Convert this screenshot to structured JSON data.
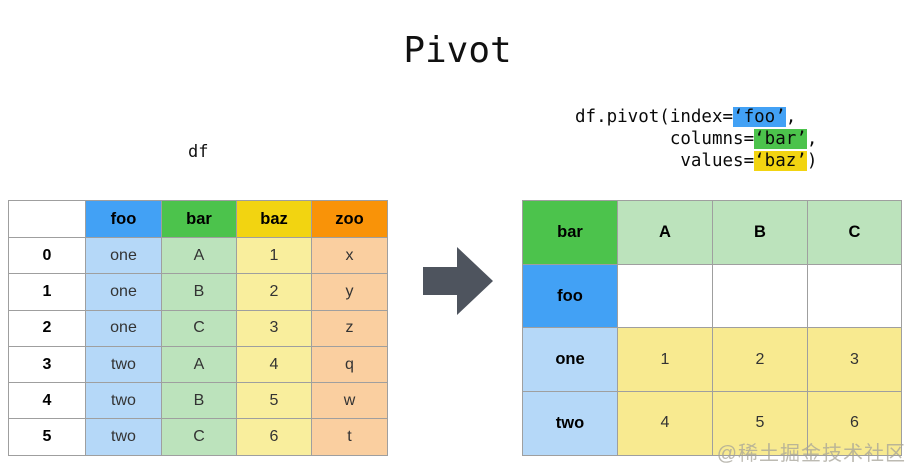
{
  "title": "Pivot",
  "source_label": "df",
  "code": {
    "lines": [
      {
        "segments": [
          {
            "text": "df.pivot(index="
          },
          {
            "text": "‘foo’",
            "highlight": "blue"
          },
          {
            "text": ","
          }
        ]
      },
      {
        "segments": [
          {
            "text": "         columns="
          },
          {
            "text": "‘bar’",
            "highlight": "green"
          },
          {
            "text": ","
          }
        ]
      },
      {
        "segments": [
          {
            "text": "          values="
          },
          {
            "text": "‘baz’",
            "highlight": "yellow"
          },
          {
            "text": ")"
          }
        ]
      }
    ]
  },
  "source_table": {
    "columns": [
      {
        "key": "index",
        "label": "",
        "color": "white"
      },
      {
        "key": "foo",
        "label": "foo",
        "color": "blue"
      },
      {
        "key": "bar",
        "label": "bar",
        "color": "green"
      },
      {
        "key": "baz",
        "label": "baz",
        "color": "yellow"
      },
      {
        "key": "zoo",
        "label": "zoo",
        "color": "orange"
      }
    ],
    "rows": [
      [
        "0",
        "one",
        "A",
        "1",
        "x"
      ],
      [
        "1",
        "one",
        "B",
        "2",
        "y"
      ],
      [
        "2",
        "one",
        "C",
        "3",
        "z"
      ],
      [
        "3",
        "two",
        "A",
        "4",
        "q"
      ],
      [
        "4",
        "two",
        "B",
        "5",
        "w"
      ],
      [
        "5",
        "two",
        "C",
        "6",
        "t"
      ]
    ]
  },
  "pivot_table": {
    "rows": [
      {
        "cells": [
          {
            "text": "bar",
            "color": "green-bright"
          },
          {
            "text": "A",
            "color": "green-light"
          },
          {
            "text": "B",
            "color": "green-light"
          },
          {
            "text": "C",
            "color": "green-light"
          }
        ]
      },
      {
        "cells": [
          {
            "text": "foo",
            "color": "blue-bright"
          },
          {
            "text": "",
            "color": "white"
          },
          {
            "text": "",
            "color": "white"
          },
          {
            "text": "",
            "color": "white"
          }
        ]
      },
      {
        "cells": [
          {
            "text": "one",
            "color": "blue-light"
          },
          {
            "text": "1",
            "color": "yellow-light"
          },
          {
            "text": "2",
            "color": "yellow-light"
          },
          {
            "text": "3",
            "color": "yellow-light"
          }
        ]
      },
      {
        "cells": [
          {
            "text": "two",
            "color": "blue-light"
          },
          {
            "text": "4",
            "color": "yellow-light"
          },
          {
            "text": "5",
            "color": "yellow-light"
          },
          {
            "text": "6",
            "color": "yellow-light"
          }
        ]
      }
    ]
  },
  "watermark": "@稀土掘金技术社区",
  "colors": {
    "blue_bright": "#42a1f5",
    "green_bright": "#4cc34c",
    "yellow_bright": "#f2d411",
    "orange_bright": "#f99308",
    "blue_light": "#b5d8f8",
    "green_light": "#bce3bc",
    "yellow_light": "#f9ee9d",
    "yellow_right": "#f8ea90",
    "orange_light": "#facfa0",
    "arrow": "#4e545e"
  }
}
